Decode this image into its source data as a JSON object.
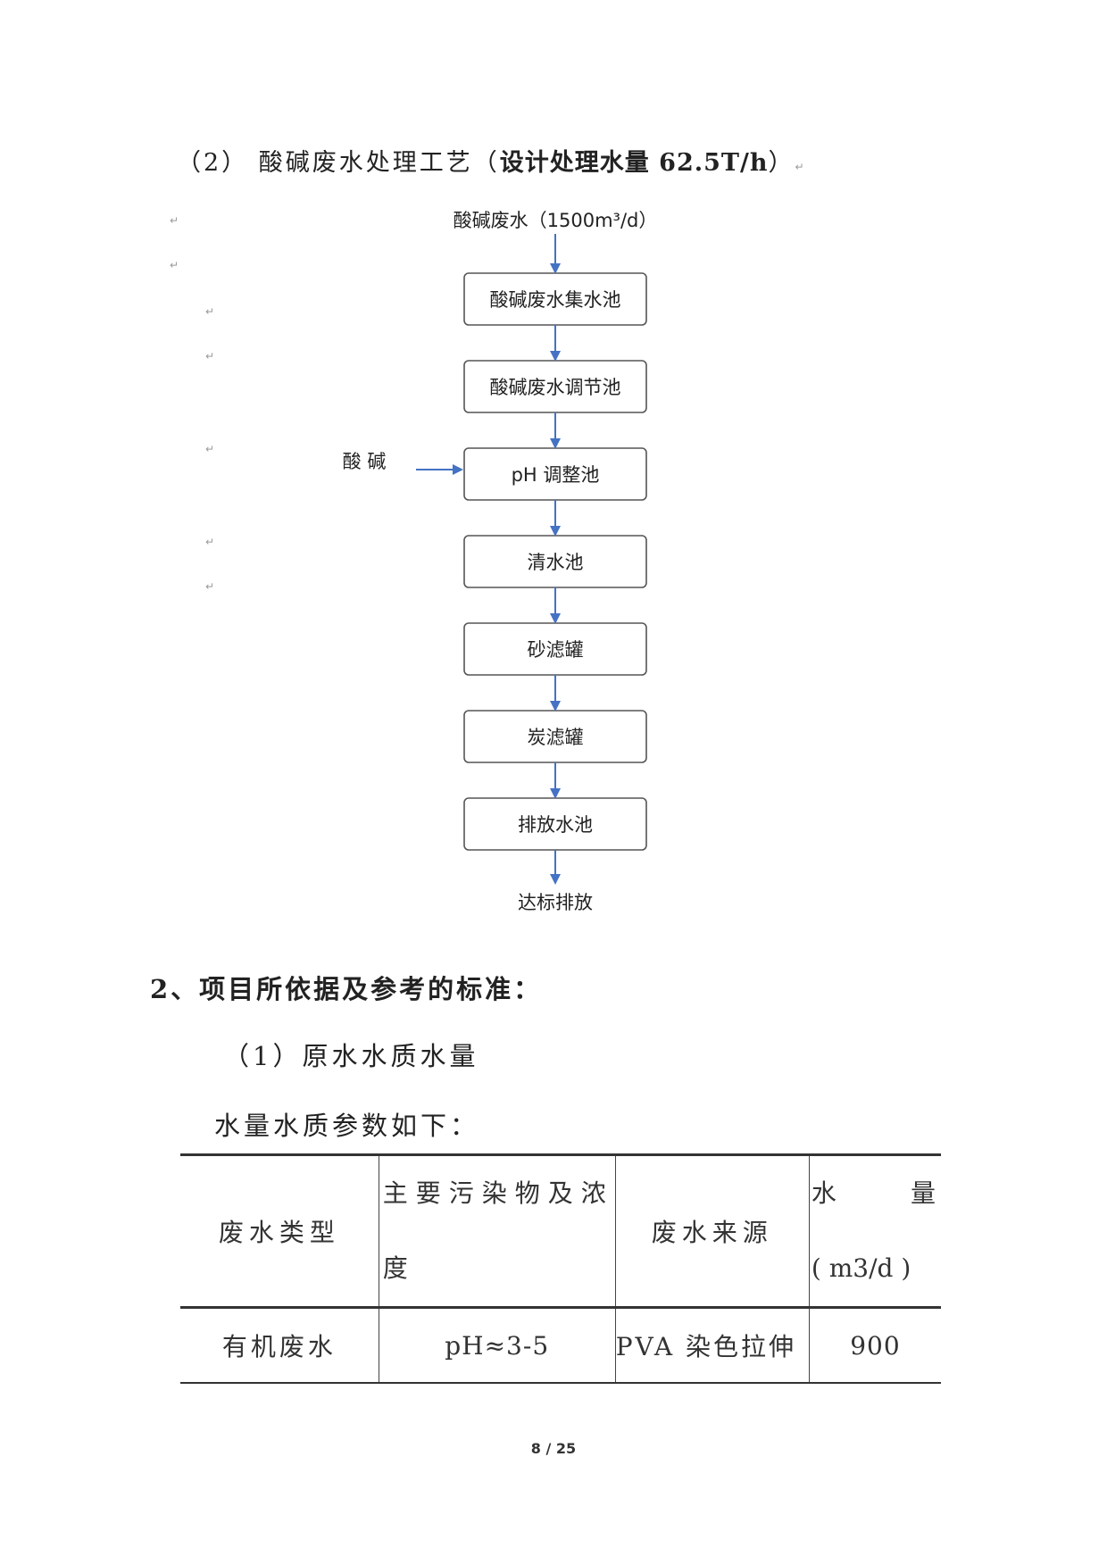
{
  "heading": {
    "prefix": "（2） 酸碱废水处理工艺（",
    "bold": "设计处理水量 62.5T/h",
    "suffix": "）",
    "mark": "↵"
  },
  "flow": {
    "input_label": "酸碱废水（1500m³/d）",
    "steps": [
      "酸碱废水集水池",
      "酸碱废水调节池",
      "pH 调整池",
      "清水池",
      "砂滤罐",
      "炭滤罐",
      "排放水池"
    ],
    "side_input": "酸 碱",
    "output_label": "达标排放",
    "line_color": "#4472c4"
  },
  "section_title": "2、项目所依据及参考的标准：",
  "subsection": "（1）原水水质水量",
  "paragraph": "水量水质参数如下：",
  "table": {
    "headers": {
      "type": "废水类型",
      "pollutant_line1": "主要污染物及浓",
      "pollutant_line2": "度",
      "source": "废水来源",
      "volume_line1a": "水",
      "volume_line1b": "量",
      "volume_line2": "( m3/d )"
    },
    "rows": [
      {
        "type": "有机废水",
        "pollutant": "pH≈3-5",
        "source": "PVA 染色拉伸",
        "volume": "900"
      }
    ]
  },
  "footer": "8 / 25"
}
